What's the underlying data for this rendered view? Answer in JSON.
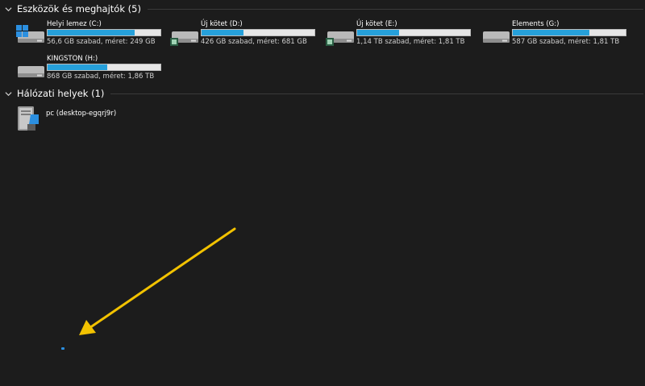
{
  "groups": {
    "devices": {
      "title": "Eszközök és meghajtók (5)"
    },
    "network": {
      "title": "Hálózati helyek (1)"
    }
  },
  "drives": [
    {
      "name": "Helyi lemez (C:)",
      "info": "56,6 GB szabad, méret: 249 GB",
      "used_fraction": 0.77,
      "icon": "windows-system-drive-icon"
    },
    {
      "name": "Új kötet (D:)",
      "info": "426 GB szabad, méret: 681 GB",
      "used_fraction": 0.37,
      "icon": "hard-drive-icon"
    },
    {
      "name": "Új kötet (E:)",
      "info": "1,14 TB szabad, méret: 1,81 TB",
      "used_fraction": 0.37,
      "icon": "hard-drive-icon"
    },
    {
      "name": "Elements (G:)",
      "info": "587 GB szabad, méret: 1,81 TB",
      "used_fraction": 0.68,
      "icon": "hard-drive-icon"
    },
    {
      "name": "KINGSTON (H:)",
      "info": "868 GB szabad, méret: 1,86 TB",
      "used_fraction": 0.53,
      "icon": "hard-drive-icon"
    }
  ],
  "network_locations": [
    {
      "name": "pc (desktop-egqrj9r)",
      "icon": "network-pc-icon"
    }
  ],
  "colors": {
    "bar_fill": "#26a0da",
    "bar_track": "#e6e6e6",
    "annotation_arrow": "#f2c200",
    "background": "#1c1c1c"
  }
}
